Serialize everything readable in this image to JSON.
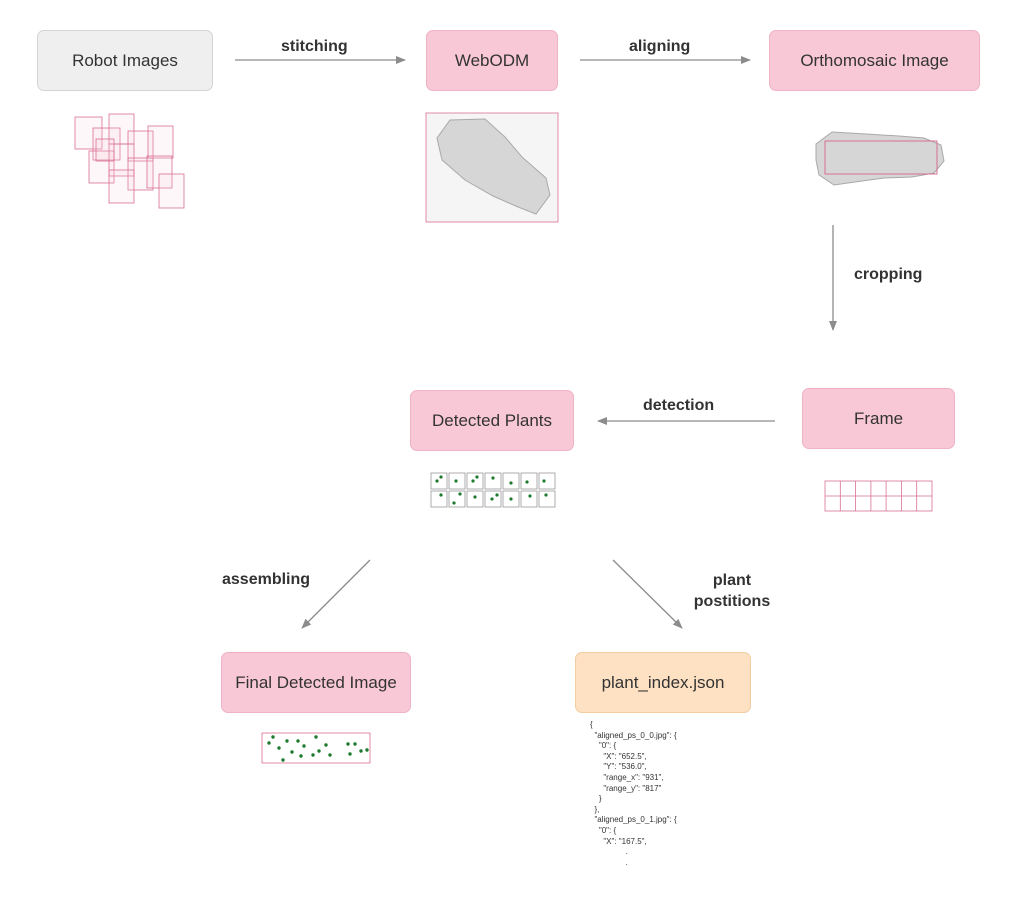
{
  "nodes": {
    "robot_images": "Robot Images",
    "webodm": "WebODM",
    "orthomosaic": "Orthomosaic Image",
    "frame": "Frame",
    "detected_plants": "Detected Plants",
    "final_detected": "Final Detected Image",
    "plant_index": "plant_index.json"
  },
  "edges": {
    "stitching": "stitching",
    "aligning": "aligning",
    "cropping": "cropping",
    "detection": "detection",
    "assembling": "assembling",
    "plant_positions_line1": "plant",
    "plant_positions_line2": "postitions"
  },
  "json_snippet": [
    "{",
    "  \"aligned_ps_0_0.jpg\": {",
    "    \"0\": {",
    "      \"X\": \"652.5\",",
    "      \"Y\": \"536.0\",",
    "      \"range_x\": \"931\",",
    "      \"range_y\": \"817\"",
    "    }",
    "  },",
    "  \"aligned_ps_0_1.jpg\": {",
    "    \"0\": {",
    "      \"X\": \"167.5\",",
    "                .",
    "                ."
  ],
  "colors": {
    "pink_fill": "#f8c8d6",
    "pink_stroke": "#d96f94",
    "grey_fill": "#efefef",
    "peach_fill": "#fde1c2",
    "arrow": "#8c8c8c",
    "plant_dot": "#1e7a2e",
    "shape_grey": "#d6d6d6"
  }
}
